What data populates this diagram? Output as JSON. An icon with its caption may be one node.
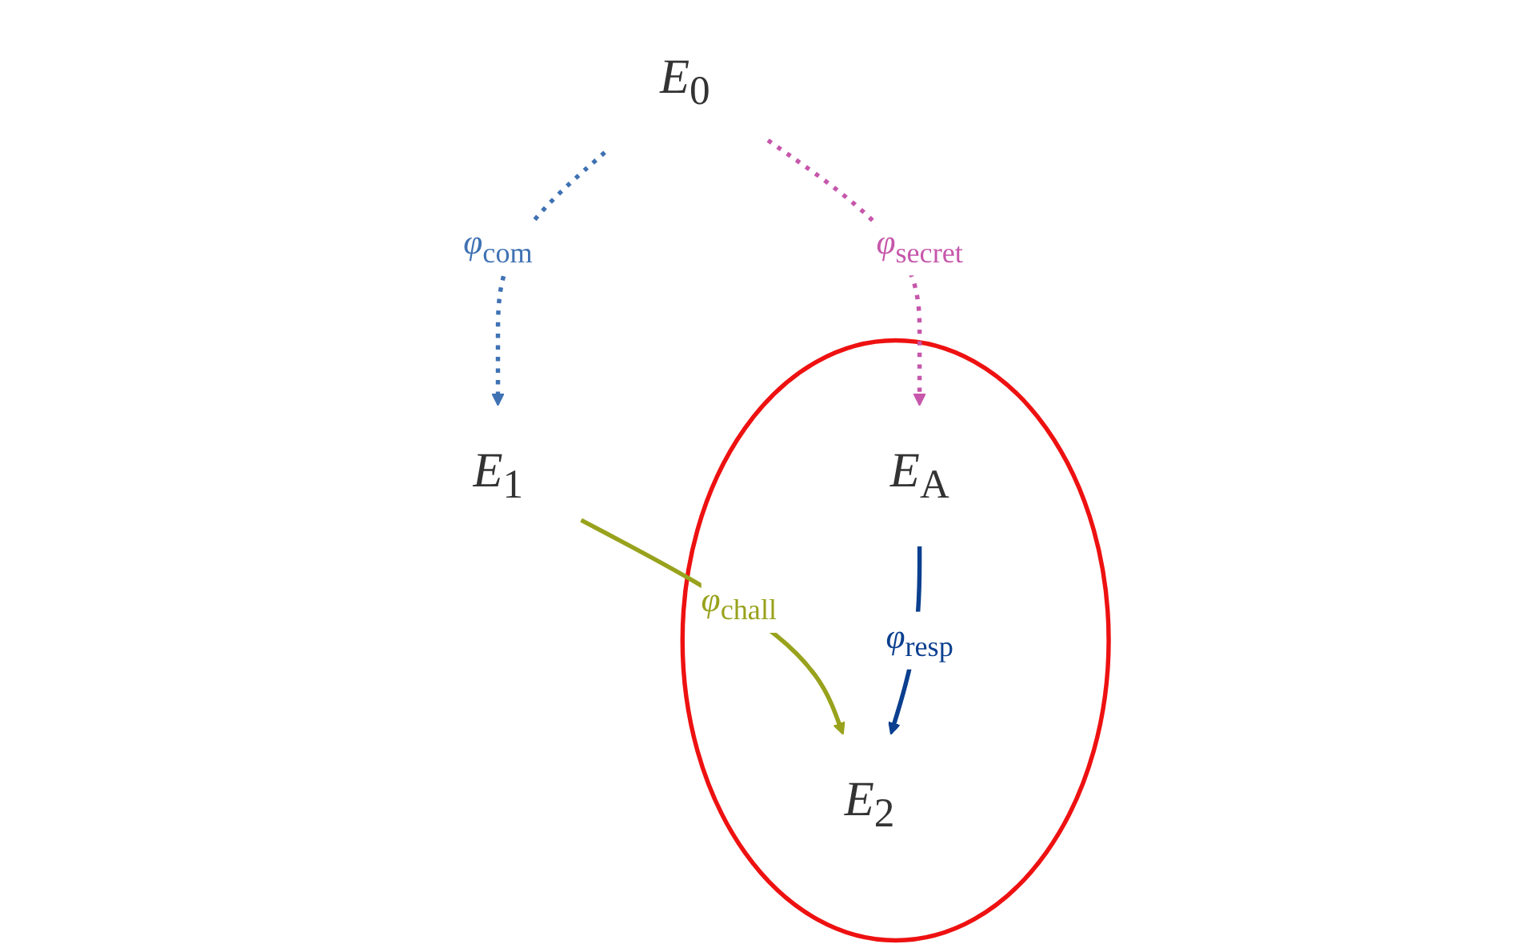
{
  "diagram": {
    "nodes": [
      {
        "text": [
          "*E*$_{0}$"
        ]
      },
      {
        "text": [
          "*E*$_{1}$"
        ]
      },
      {
        "text": [],
        "shape": "ellipse"
      },
      {
        "text": [
          "*E*$_{A}$"
        ],
        "in": 2
      },
      {
        "text": [
          "*E*$_{2}$"
        ],
        "in": 2
      }
    ],
    "edges": [
      {
        "from": 0,
        "to": 1,
        "arrow": "to",
        "label": "*φ*$_{com}$",
        "style": "dashed",
        "color": "#3f72b3"
      },
      {
        "from": 0,
        "to": 3,
        "arrow": "to",
        "label": "*φ*$_{secret}$",
        "style": "dashed",
        "color": "#c657ab"
      },
      {
        "from": 1,
        "to": 4,
        "arrow": "to",
        "label": "*φ*$_{chall}$",
        "color": "#98a21c"
      },
      {
        "from": 3,
        "to": 4,
        "arrow": "to",
        "label": "*φ*$_{resp}$",
        "color": "#0b3f8f"
      }
    ]
  }
}
